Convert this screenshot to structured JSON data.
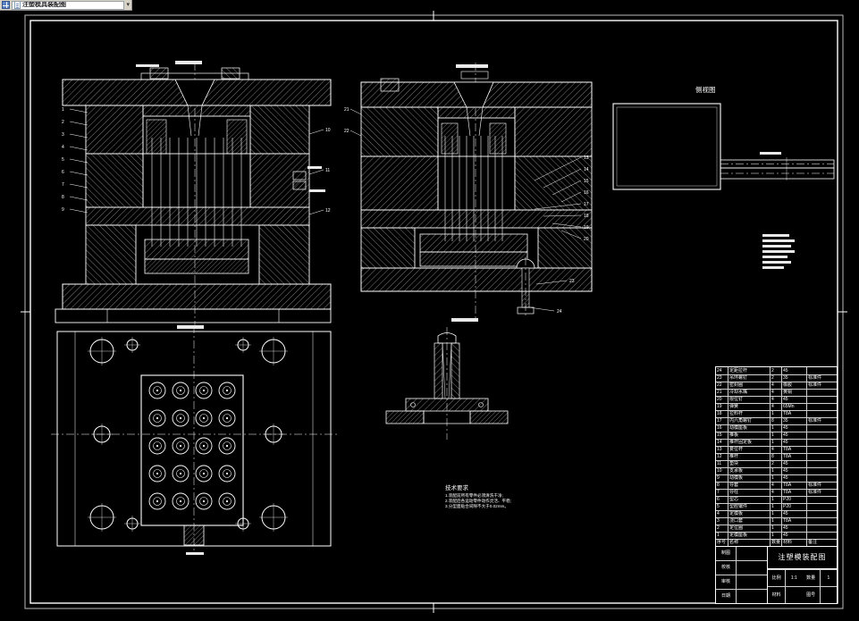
{
  "window": {
    "tab": {
      "label": "注塑模具装配图",
      "caret": "▾"
    }
  },
  "drawing": {
    "side_view_label": "侧视图",
    "notes": {
      "title": "技术要求",
      "lines": [
        "1.装配前所有零件必须清洗干净;",
        "2.装配后各运动零件动作灵活、平稳;",
        "3.分型面贴合间隙不大于0.02mm。"
      ]
    },
    "callouts": {
      "a_left": [
        "1",
        "2",
        "3",
        "4",
        "5",
        "6",
        "7",
        "8",
        "9"
      ],
      "a_right": [
        "10",
        "11",
        "12"
      ],
      "b_left": [
        "21",
        "22"
      ],
      "b_right": [
        "13",
        "14",
        "15",
        "16",
        "17",
        "18",
        "19",
        "20"
      ],
      "b_bottom": [
        "23",
        "24"
      ]
    }
  },
  "bom": {
    "headers": [
      "序号",
      "名称",
      "数量",
      "材料",
      "备注"
    ],
    "rows": [
      [
        "1",
        "定模座板",
        "1",
        "45",
        ""
      ],
      [
        "2",
        "定位圈",
        "1",
        "45",
        ""
      ],
      [
        "3",
        "浇口套",
        "1",
        "T8A",
        ""
      ],
      [
        "4",
        "定模板",
        "1",
        "45",
        ""
      ],
      [
        "5",
        "型腔镶件",
        "1",
        "P20",
        ""
      ],
      [
        "6",
        "型芯",
        "1",
        "P20",
        ""
      ],
      [
        "7",
        "导柱",
        "4",
        "T8A",
        "标准件"
      ],
      [
        "8",
        "导套",
        "4",
        "T8A",
        "标准件"
      ],
      [
        "9",
        "动模板",
        "1",
        "45",
        ""
      ],
      [
        "10",
        "支承板",
        "1",
        "45",
        ""
      ],
      [
        "11",
        "垫块",
        "2",
        "45",
        ""
      ],
      [
        "12",
        "推杆",
        "8",
        "T8A",
        ""
      ],
      [
        "13",
        "复位杆",
        "4",
        "T8A",
        ""
      ],
      [
        "14",
        "推杆固定板",
        "1",
        "45",
        ""
      ],
      [
        "15",
        "推板",
        "1",
        "45",
        ""
      ],
      [
        "16",
        "动模座板",
        "1",
        "45",
        ""
      ],
      [
        "17",
        "内六角螺钉",
        "8",
        "35",
        "标准件"
      ],
      [
        "18",
        "拉料杆",
        "1",
        "T8A",
        ""
      ],
      [
        "19",
        "弹簧",
        "4",
        "65Mn",
        ""
      ],
      [
        "20",
        "限位钉",
        "4",
        "45",
        ""
      ],
      [
        "21",
        "冷却水嘴",
        "4",
        "黄铜",
        ""
      ],
      [
        "22",
        "密封圈",
        "4",
        "橡胶",
        "标准件"
      ],
      [
        "23",
        "吊环螺钉",
        "2",
        "35",
        "标准件"
      ],
      [
        "24",
        "定距拉杆",
        "2",
        "45",
        ""
      ]
    ]
  },
  "titleblock": {
    "title": "注塑模装配图",
    "left_rows": [
      "制图",
      "校核",
      "审核",
      "日期"
    ],
    "fields": [
      {
        "label": "比例",
        "value": "1:1"
      },
      {
        "label": "数量",
        "value": "1"
      },
      {
        "label": "材料",
        "value": ""
      },
      {
        "label": "图号",
        "value": ""
      }
    ]
  }
}
